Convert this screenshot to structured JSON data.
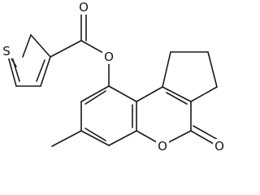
{
  "molecule": {
    "atoms": {
      "thiophene_sulfur": "S",
      "ester_carbonyl_oxygen": "O",
      "ester_oxygen": "O",
      "ring_oxygen": "O",
      "lactone_carbonyl_oxygen": "O"
    }
  },
  "colors": {
    "bond": "#1a1a1a",
    "label": "#1a1a1a",
    "background": "#ffffff"
  }
}
